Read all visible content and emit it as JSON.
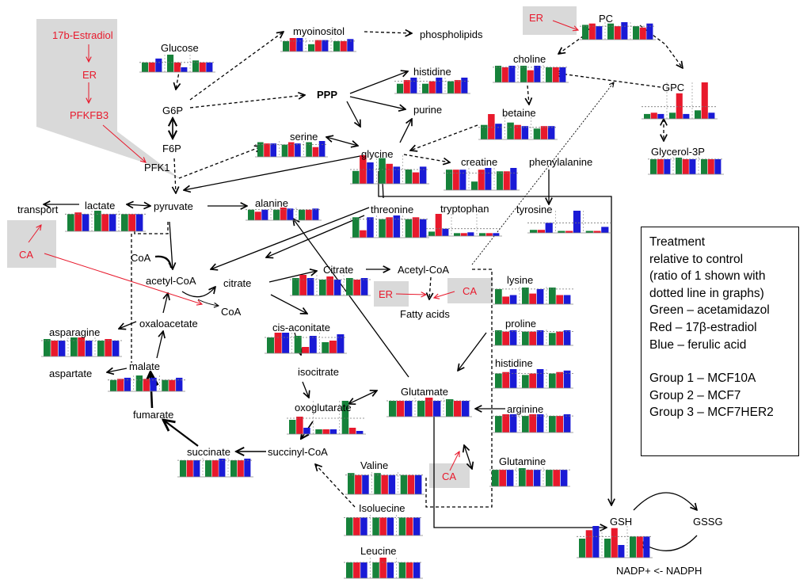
{
  "colors": {
    "green": "#16823a",
    "red": "#e8192c",
    "blue": "#1a1ad6",
    "arrow": "#000000",
    "callout": "#d9d9d9",
    "signal": "#e8192c"
  },
  "nodes": {
    "glucose": "Glucose",
    "g6p": "G6P",
    "f6p": "F6P",
    "pfk1": "PFK1",
    "myoinositol": "myoinositol",
    "phospholipids": "phospholipids",
    "ppp": "PPP",
    "histidine": "histidine",
    "purine": "purine",
    "serine": "serine",
    "glycine": "glycine",
    "betaine": "betaine",
    "creatine": "creatine",
    "phenylalanine": "phenylalanine",
    "choline": "choline",
    "pc": "PC",
    "gpc": "GPC",
    "glycerol3p": "Glycerol-3P",
    "lactate": "lactate",
    "transport": "transport",
    "pyruvate": "pyruvate",
    "alanine": "alanine",
    "threonine": "threonine",
    "tryptophan": "tryptophan",
    "tyrosine": "tyrosine",
    "coa1": "CoA",
    "acetylcoa": "acetyl-CoA",
    "citrate": "citrate",
    "citrate2": "Citrate",
    "acetylcoa2": "Acetyl-CoA",
    "fattyacids": "Fatty acids",
    "coa2": "CoA",
    "oxaloacetate": "oxaloacetate",
    "asparagine": "asparagine",
    "aspartate": "aspartate",
    "malate": "malate",
    "fumarate": "fumarate",
    "succinate": "succinate",
    "succinylcoa": "succinyl-CoA",
    "cisaconitate": "cis-aconitate",
    "isocitrate": "isocitrate",
    "oxoglutarate": "oxoglutarate",
    "glutamate": "Glutamate",
    "lysine": "lysine",
    "proline": "proline",
    "histidine2": "histidine",
    "arginine": "arginine",
    "glutamine": "Glutamine",
    "valine": "Valine",
    "isoleucine": "Isoluecine",
    "leucine": "Leucine",
    "gsh": "GSH",
    "gssg": "GSSG",
    "nadp": "NADP+ <- NADPH"
  },
  "signals": {
    "estradiol": "17b-Estradiol",
    "er1": "ER",
    "pfkfb3": "PFKFB3",
    "er_pc": "ER",
    "ca_lactate": "CA",
    "er_fa": "ER",
    "ca_fa": "CA",
    "ca_glutamine": "CA"
  },
  "legend": {
    "lines": [
      "Treatment",
      "relative to control",
      "(ratio of 1 shown with",
      "dotted line in graphs)",
      "Green – acetamidazol",
      "Red – 17β-estradiol",
      "Blue – ferulic acid"
    ],
    "groups": [
      "Group 1 – MCF10A",
      "Group 2 – MCF7",
      "Group 3 – MCF7HER2"
    ]
  },
  "series": [
    {
      "name": "acetamidazol",
      "color": "#16823a"
    },
    {
      "name": "17β-estradiol",
      "color": "#e8192c"
    },
    {
      "name": "ferulic acid",
      "color": "#1a1ad6"
    }
  ],
  "groups": [
    "MCF10A",
    "MCF7",
    "MCF7HER2"
  ],
  "charts": [
    {
      "metabolite": "glucose",
      "values": [
        [
          1.0,
          1.0,
          1.4
        ],
        [
          1.8,
          1.0,
          0.5
        ],
        [
          1.2,
          1.0,
          1.0
        ]
      ]
    },
    {
      "metabolite": "myoinositol",
      "values": [
        [
          1.0,
          1.3,
          1.3
        ],
        [
          0.7,
          1.1,
          1.1
        ],
        [
          1.0,
          1.0,
          1.2
        ]
      ]
    },
    {
      "metabolite": "histidine",
      "values": [
        [
          0.8,
          1.1,
          1.3
        ],
        [
          0.8,
          1.0,
          1.3
        ],
        [
          1.0,
          1.1,
          1.3
        ]
      ]
    },
    {
      "metabolite": "serine",
      "values": [
        [
          1.2,
          1.1,
          1.1
        ],
        [
          1.0,
          1.2,
          1.1
        ],
        [
          1.2,
          0.8,
          1.3
        ]
      ]
    },
    {
      "metabolite": "glycine",
      "values": [
        [
          0.9,
          2.0,
          1.5
        ],
        [
          1.8,
          1.4,
          1.2
        ],
        [
          1.0,
          0.8,
          1.2
        ]
      ]
    },
    {
      "metabolite": "betaine",
      "values": [
        [
          1.2,
          2.1,
          1.3
        ],
        [
          1.4,
          1.2,
          1.1
        ],
        [
          0.9,
          1.1,
          1.1
        ]
      ]
    },
    {
      "metabolite": "creatine",
      "values": [
        [
          1.2,
          1.2,
          1.2
        ],
        [
          0.5,
          1.2,
          1.3
        ],
        [
          1.1,
          1.1,
          1.3
        ]
      ]
    },
    {
      "metabolite": "choline",
      "values": [
        [
          1.1,
          1.0,
          1.1
        ],
        [
          1.1,
          0.8,
          1.1
        ],
        [
          1.0,
          1.0,
          1.0
        ]
      ]
    },
    {
      "metabolite": "pc",
      "values": [
        [
          1.1,
          1.2,
          1.0
        ],
        [
          1.2,
          1.0,
          1.3
        ],
        [
          1.0,
          0.9,
          1.2
        ]
      ]
    },
    {
      "metabolite": "gpc",
      "values": [
        [
          0.4,
          0.5,
          0.4
        ],
        [
          0.5,
          2.1,
          0.4
        ],
        [
          0.7,
          3.0,
          0.5
        ]
      ]
    },
    {
      "metabolite": "glycerol3p",
      "values": [
        [
          1.0,
          1.0,
          1.0
        ],
        [
          1.1,
          1.0,
          1.0
        ],
        [
          1.0,
          1.0,
          1.0
        ]
      ]
    },
    {
      "metabolite": "lactate",
      "values": [
        [
          1.0,
          1.1,
          1.0
        ],
        [
          1.2,
          1.0,
          1.0
        ],
        [
          1.0,
          1.0,
          1.0
        ]
      ]
    },
    {
      "metabolite": "alanine",
      "values": [
        [
          1.0,
          0.8,
          1.0
        ],
        [
          1.0,
          1.2,
          1.1
        ],
        [
          1.0,
          1.0,
          1.1
        ]
      ]
    },
    {
      "metabolite": "threonine",
      "values": [
        [
          1.1,
          0.4,
          1.1
        ],
        [
          1.0,
          1.1,
          1.2
        ],
        [
          1.0,
          1.1,
          1.0
        ]
      ]
    },
    {
      "metabolite": "tryptophan",
      "values": [
        [
          0.6,
          3.0,
          1.0
        ],
        [
          0.4,
          0.4,
          0.5
        ],
        [
          0.4,
          0.4,
          0.4
        ]
      ]
    },
    {
      "metabolite": "tyrosine",
      "values": [
        [
          0.3,
          0.3,
          1.0
        ],
        [
          0.2,
          0.2,
          2.2
        ],
        [
          0.2,
          0.2,
          0.6
        ]
      ]
    },
    {
      "metabolite": "citrate",
      "values": [
        [
          1.1,
          1.3,
          1.1
        ],
        [
          1.0,
          1.2,
          1.0
        ],
        [
          1.1,
          1.0,
          1.1
        ]
      ]
    },
    {
      "metabolite": "cisaconitate",
      "values": [
        [
          1.0,
          1.3,
          1.3
        ],
        [
          1.1,
          0.4,
          1.1
        ],
        [
          0.7,
          0.8,
          1.2
        ]
      ]
    },
    {
      "metabolite": "lysine",
      "values": [
        [
          1.0,
          0.5,
          0.6
        ],
        [
          1.1,
          0.7,
          1.0
        ],
        [
          1.1,
          0.6,
          0.6
        ]
      ]
    },
    {
      "metabolite": "proline",
      "values": [
        [
          1.1,
          1.0,
          1.1
        ],
        [
          1.0,
          1.0,
          1.1
        ],
        [
          0.9,
          1.0,
          1.1
        ]
      ]
    },
    {
      "metabolite": "histidine2",
      "values": [
        [
          1.0,
          1.1,
          1.3
        ],
        [
          0.9,
          1.0,
          1.3
        ],
        [
          1.0,
          1.1,
          1.2
        ]
      ]
    },
    {
      "metabolite": "arginine",
      "values": [
        [
          1.0,
          1.1,
          1.1
        ],
        [
          1.0,
          1.1,
          1.1
        ],
        [
          1.0,
          1.0,
          1.1
        ]
      ]
    },
    {
      "metabolite": "glutamine",
      "values": [
        [
          1.0,
          1.0,
          1.0
        ],
        [
          1.1,
          1.0,
          1.0
        ],
        [
          1.0,
          1.0,
          1.0
        ]
      ]
    },
    {
      "metabolite": "asparagine",
      "values": [
        [
          1.1,
          1.0,
          1.0
        ],
        [
          1.2,
          1.2,
          1.0
        ],
        [
          1.0,
          1.1,
          1.0
        ]
      ]
    },
    {
      "metabolite": "aspartate",
      "values": [
        [
          1.0,
          1.1,
          1.2
        ],
        [
          1.4,
          1.1,
          1.2
        ],
        [
          1.0,
          1.0,
          1.2
        ]
      ]
    },
    {
      "metabolite": "succinate",
      "values": [
        [
          1.0,
          1.0,
          1.0
        ],
        [
          1.0,
          1.0,
          1.1
        ],
        [
          1.0,
          1.0,
          1.1
        ]
      ]
    },
    {
      "metabolite": "oxoglutarate",
      "values": [
        [
          0.9,
          1.1,
          0.4
        ],
        [
          0.3,
          0.3,
          0.3
        ],
        [
          2.1,
          0.4,
          0.2
        ]
      ]
    },
    {
      "metabolite": "glutamate",
      "values": [
        [
          1.0,
          1.0,
          1.0
        ],
        [
          1.0,
          1.2,
          1.0
        ],
        [
          1.1,
          1.0,
          1.0
        ]
      ]
    },
    {
      "metabolite": "valine",
      "values": [
        [
          1.1,
          1.0,
          1.0
        ],
        [
          1.1,
          1.0,
          1.0
        ],
        [
          1.0,
          1.0,
          1.0
        ]
      ]
    },
    {
      "metabolite": "isoleucine",
      "values": [
        [
          1.0,
          1.0,
          1.0
        ],
        [
          1.0,
          1.0,
          1.0
        ],
        [
          1.0,
          1.0,
          1.0
        ]
      ]
    },
    {
      "metabolite": "leucine",
      "values": [
        [
          1.0,
          1.0,
          1.0
        ],
        [
          1.0,
          1.3,
          1.0
        ],
        [
          1.0,
          1.0,
          1.0
        ]
      ]
    },
    {
      "metabolite": "gsh",
      "values": [
        [
          0.9,
          1.3,
          1.5
        ],
        [
          0.9,
          1.4,
          0.6
        ],
        [
          1.0,
          1.0,
          1.0
        ]
      ]
    }
  ]
}
